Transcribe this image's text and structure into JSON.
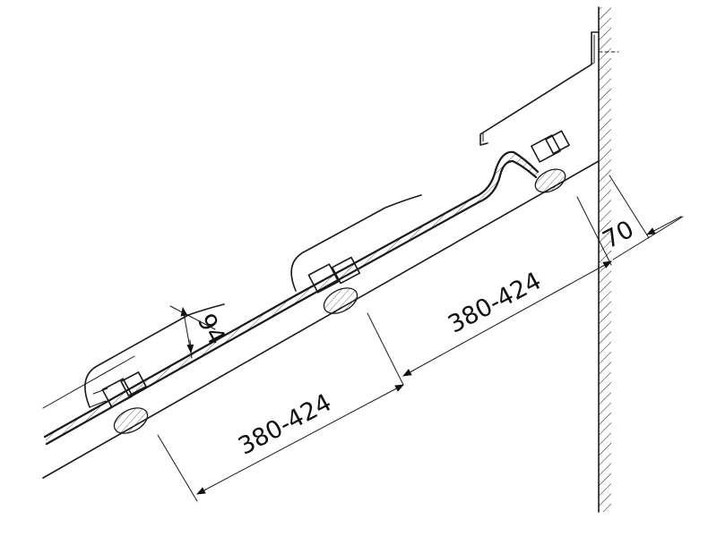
{
  "dimensions": {
    "batten_spacing_lower": "380-424",
    "batten_spacing_upper": "380-424",
    "tile_height": "94",
    "top_offset": "70"
  },
  "colors": {
    "line": "#1a1a1a",
    "background": "#ffffff"
  }
}
